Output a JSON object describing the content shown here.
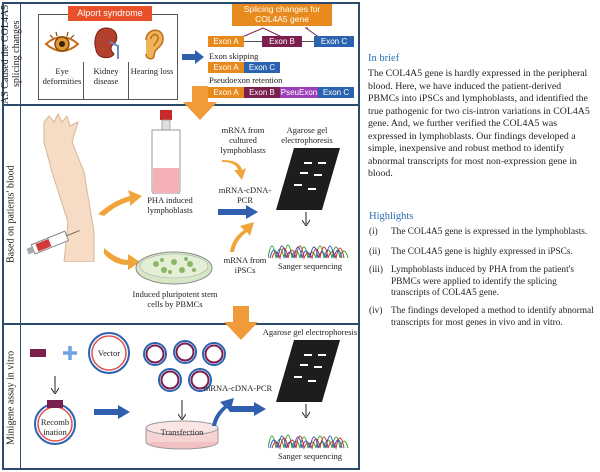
{
  "panels": {
    "top_caption": "AS Caused the COL4A5 splicing changes",
    "middle_caption": "Based on patients' blood",
    "bottom_caption": "Minigene assay in vitro"
  },
  "alport": {
    "title": "Alport syndrome",
    "eye": "Eye deformities",
    "kidney": "Kidney disease",
    "hearing": "Hearing loss"
  },
  "splicing": {
    "title": "Splicing changes for COL4A5 gene",
    "exon_a": "Exon A",
    "exon_b": "Exon B",
    "exon_c": "Exon C",
    "pseu_exon": "PseuExon",
    "exon_skipping": "Exon skipping",
    "pseudoexon_retention": "Pseudoexon retention"
  },
  "blood": {
    "pha": "PHA induced lymphoblasts",
    "ipsc": "Induced pluripotent stem cells by PBMCs",
    "mrna_lympho": "mRNA from cultured lymphoblasts",
    "mrna_ipsc": "mRNA from iPSCs",
    "pcr": "mRNA-cDNA-PCR",
    "gel": "Agarose gel electrophoresis",
    "sanger": "Sanger sequencing"
  },
  "minigene": {
    "vector": "Vector",
    "recomb": "Recomb ination",
    "transfection": "Transfection",
    "pcr": "mRNA-cDNA-PCR",
    "gel": "Agarose gel electrophoresis",
    "sanger": "Sanger sequencing"
  },
  "brief": {
    "title": "In brief",
    "text": "The COL4A5 gene is hardly expressed in the peripheral blood. Here, we have induced the patient-derived PBMCs into iPSCs and lymphoblasts, and identified the true pathogenic for two cis-intron variations in COL4A5 gene. And, we further verified the COL4A5 was expressed in lymphoblasts. Our findings developed a simple, inexpensive and robust method to identify abnormal transcripts for most non-expression gene in blood."
  },
  "highlights": {
    "title": "Highlights",
    "items": [
      {
        "num": "(i)",
        "text": "The COL4A5 gene is expressed in the lymphoblasts."
      },
      {
        "num": "(ii)",
        "text": "The COL4A5 gene is highly expressed in iPSCs."
      },
      {
        "num": "(iii)",
        "text": "Lymphoblasts induced by PHA from the patient's PBMCs were applied to identify the splicing transcripts of COL4A5 gene."
      },
      {
        "num": "(iv)",
        "text": "The findings developed a method to identify abnormal transcripts for most genes in vivo and in vitro."
      }
    ]
  },
  "colors": {
    "frame": "#2c4a6e",
    "alport_banner": "#e8502a",
    "arrow_orange": "#f09a3a",
    "arrow_blue": "#2f5fad",
    "exon_a": "#e8891b",
    "exon_b": "#7a1f4e",
    "exon_c": "#2b63b0",
    "pseu_exon": "#9b3fb8",
    "highlight_title": "#2b6fb5"
  }
}
